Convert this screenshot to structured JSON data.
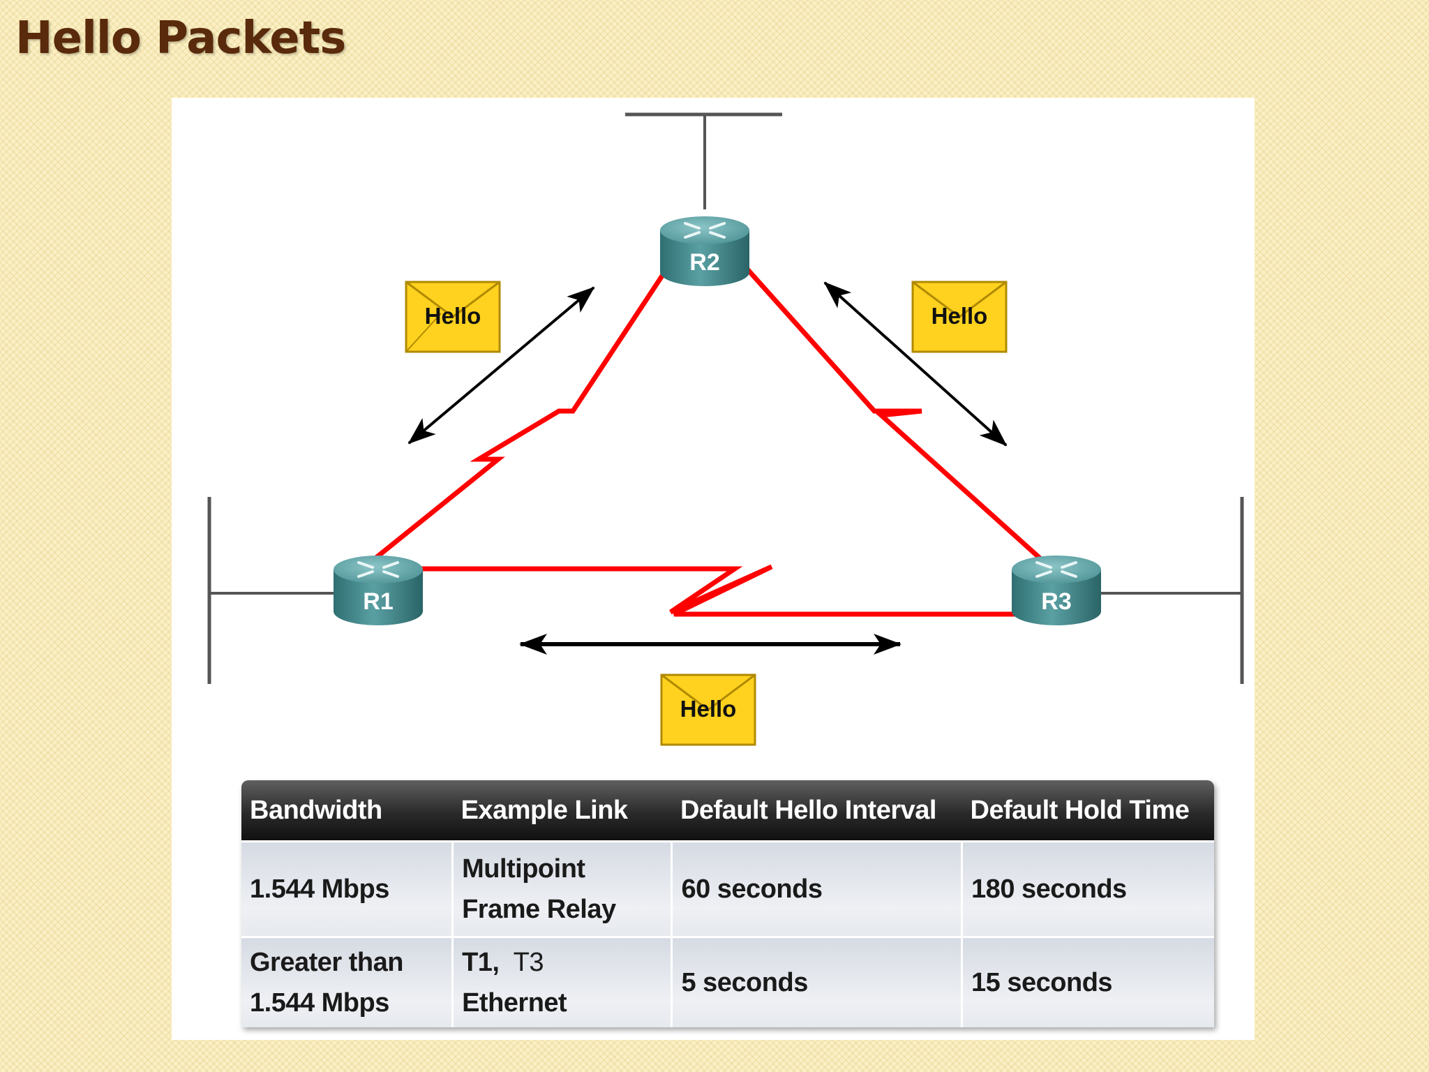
{
  "title": "Hello Packets",
  "diagram": {
    "routers": [
      {
        "id": "R1",
        "label": "R1"
      },
      {
        "id": "R2",
        "label": "R2"
      },
      {
        "id": "R3",
        "label": "R3"
      }
    ],
    "envelopes": [
      "Hello",
      "Hello",
      "Hello"
    ],
    "colors": {
      "link": "#ff0000",
      "segment": "#555555",
      "envelope": "#ffd21f",
      "router": "#3f8a8d"
    }
  },
  "table": {
    "headers": [
      "Bandwidth",
      "Example Link",
      "Default Hello Interval",
      "Default Hold Time"
    ],
    "rows": [
      {
        "bandwidth": [
          "1.544 Mbps"
        ],
        "link": [
          "Multipoint",
          "Frame Relay"
        ],
        "hello": "60 seconds",
        "hold": "180 seconds"
      },
      {
        "bandwidth": [
          "Greater than",
          "1.544 Mbps"
        ],
        "link_prefix": "T1,",
        "link_suffix": "T3",
        "link_line2": "Ethernet",
        "hello": "5 seconds",
        "hold": "15 seconds"
      }
    ]
  }
}
